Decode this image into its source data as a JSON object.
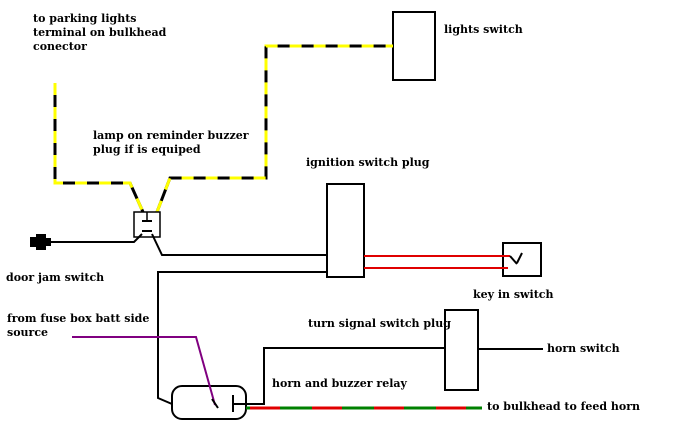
{
  "diagram": {
    "labels": {
      "parking_lights": [
        "to parking lights",
        "terminal on bulkhead",
        "conector"
      ],
      "lights_switch": "lights switch",
      "lamp_reminder": [
        "lamp on reminder buzzer",
        "plug if is equiped"
      ],
      "ignition_plug": "ignition switch plug",
      "door_jam": "door jam switch",
      "key_switch": "key in switch",
      "fuse_box": [
        "from fuse box batt side",
        "source"
      ],
      "turn_signal": "turn signal switch plug",
      "horn_switch": "horn switch",
      "horn_relay": "horn and buzzer relay",
      "bulkhead_horn": "to bulkhead to feed horn"
    },
    "colors": {
      "wire": "#000000",
      "dash": "#ffff00",
      "red": "#e00000",
      "green": "#008000",
      "purple": "#800080"
    }
  }
}
